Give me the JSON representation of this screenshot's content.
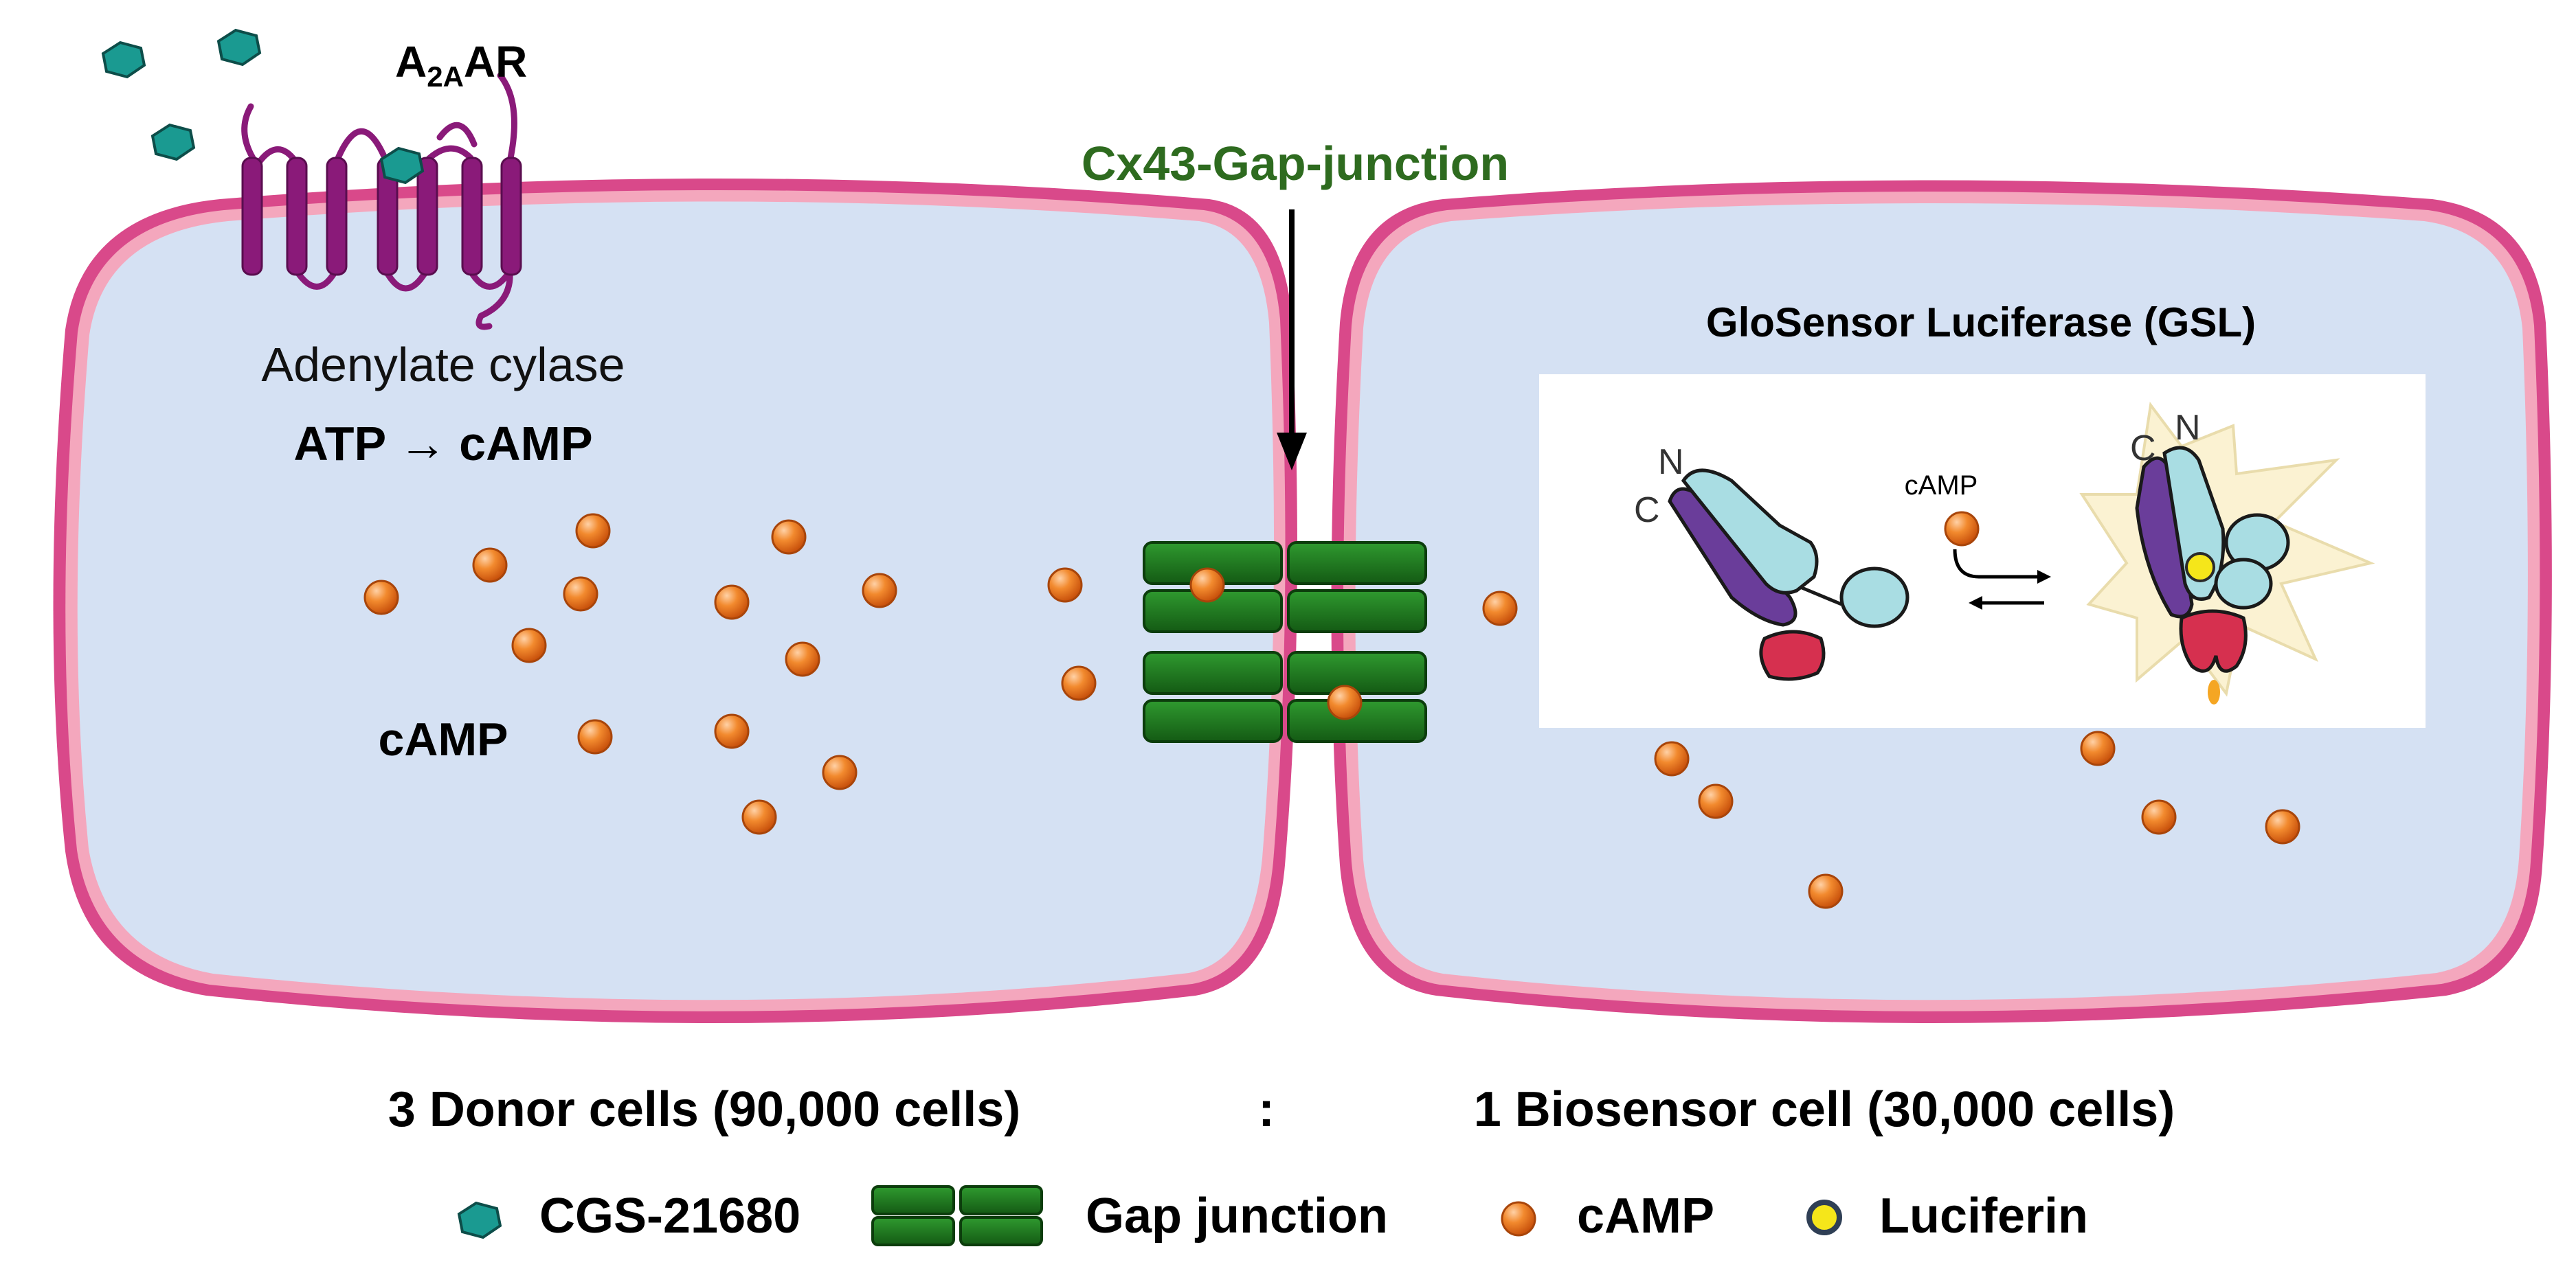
{
  "receptor": {
    "name_main": "A",
    "name_sub": "2A",
    "name_tail": "AR",
    "enzyme_label": "Adenylate cylase",
    "reaction_left": "ATP",
    "reaction_arrow": "→",
    "reaction_right": "cAMP"
  },
  "gap_junction_title": "Cx43-Gap-junction",
  "donor_cell": {
    "camp_label": "cAMP"
  },
  "biosensor": {
    "title": "GloSensor Luciferase (GSL)",
    "inset": {
      "c_label": "C",
      "n_label": "N",
      "camp_label": "cAMP"
    }
  },
  "ratio": {
    "donor": "3 Donor cells (90,000 cells)",
    "separator": ":",
    "biosensor": "1 Biosensor cell (30,000 cells)"
  },
  "legend": {
    "agonist": "CGS-21680",
    "gap_junction": "Gap junction",
    "camp": "cAMP",
    "luciferin": "Luciferin"
  },
  "colors": {
    "cell_fill": "#d5e1f3",
    "membrane_outer": "#d9498a",
    "membrane_inner": "#f4a7bd",
    "receptor": "#8a1a79",
    "agonist": "#1a9a91",
    "gap_junction": "#1f7a1f",
    "camp": "#f07a1c",
    "title_green": "#2e6b1f",
    "luciferin": "#f5e61a",
    "luciferase_purple": "#6a3d9a",
    "luciferase_teal": "#a9dde3",
    "luciferase_red": "#d6304f"
  }
}
